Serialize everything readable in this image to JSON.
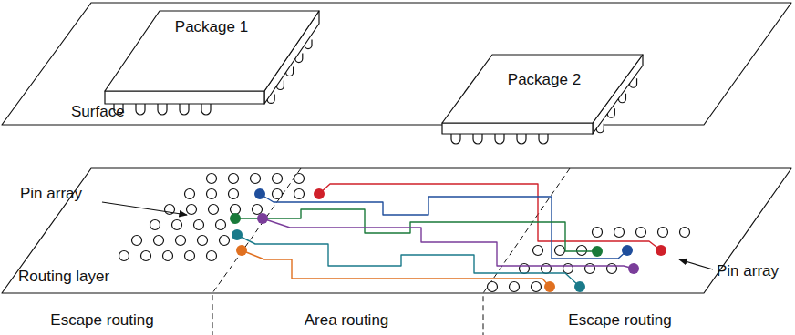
{
  "diagram": {
    "labels": [
      "Package 1",
      "Package 2",
      "Surface",
      "Pin array",
      "Routing layer",
      "Pin array",
      "Escape routing",
      "Area routing",
      "Escape routing"
    ]
  }
}
